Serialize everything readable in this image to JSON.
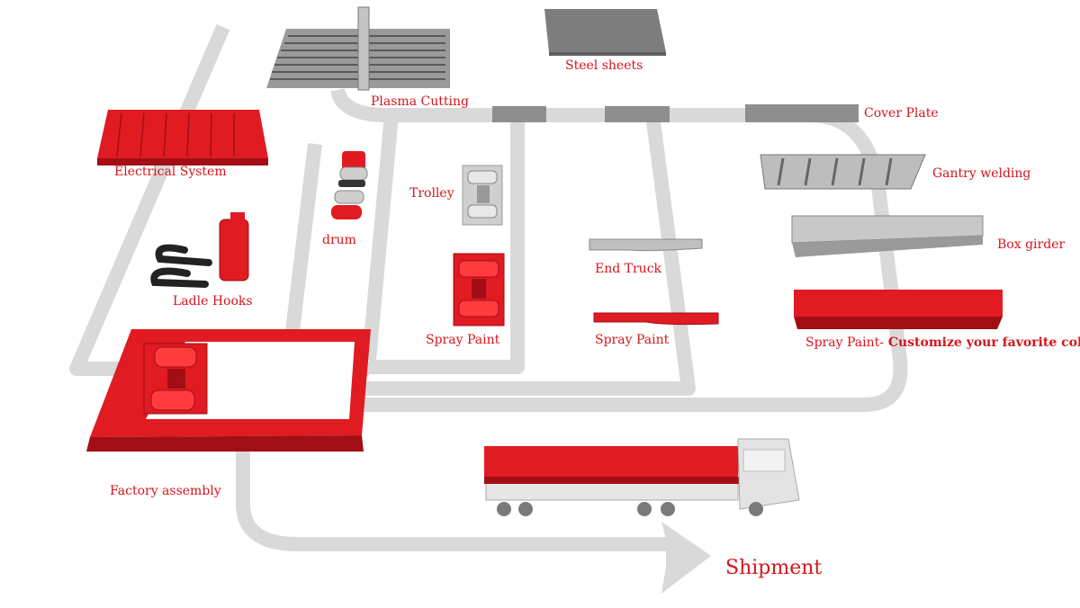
{
  "labels": {
    "steel_sheets": "Steel sheets",
    "plasma_cutting": "Plasma Cutting",
    "cover_plate": "Cover Plate",
    "electrical_system": "Electrical System",
    "drum": "drum",
    "trolley": "Trolley",
    "gantry_welding": "Gantry welding",
    "box_girder": "Box girder",
    "end_truck": "End Truck",
    "ladle_hooks": "Ladle Hooks",
    "spray_paint_trolley": "Spray Paint",
    "spray_paint_end_truck": "Spray Paint",
    "spray_paint_girder": "Spray Paint-",
    "spray_paint_girder_emphasis": " Customize your favorite color",
    "factory_assembly": "Factory assembly",
    "shipment": "Shipment"
  },
  "colors": {
    "track": "#d9d9d9",
    "red": "#e01b22",
    "red_dark": "#a10f14",
    "steel": "#8a8a8a",
    "steel_light": "#b8b8b8",
    "label": "#d8141b"
  }
}
